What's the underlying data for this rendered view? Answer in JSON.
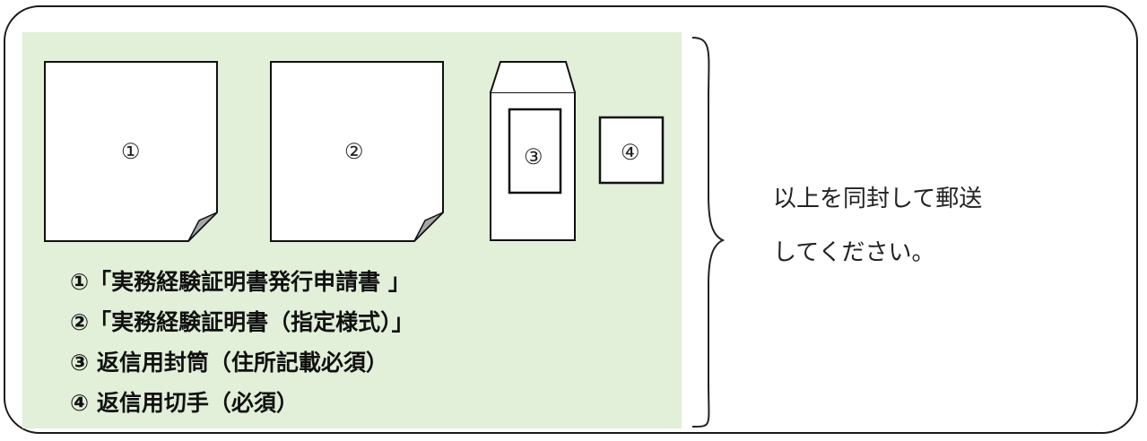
{
  "items": {
    "doc1_number": "①",
    "doc2_number": "②",
    "envelope_number": "③",
    "stamp_number": "④"
  },
  "list": [
    "①「実務経験証明書発行申請書 」",
    "②「実務経験証明書（指定様式）」",
    "③ 返信用封筒（住所記載必須）",
    "④ 返信用切手（必須）"
  ],
  "instruction": {
    "line1": "以上を同封して郵送",
    "line2": "してください。"
  }
}
